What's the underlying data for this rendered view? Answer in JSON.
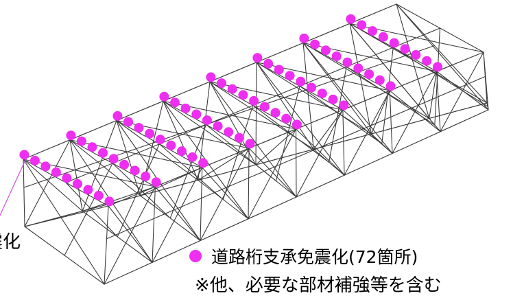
{
  "labels": {
    "left_partial": "震化",
    "legend": "道路桁支承免震化(72箇所)",
    "note": "※他、必要な部材補強等を含む"
  },
  "colors": {
    "dot": "#ee2ef0",
    "line": "#3a3a3a",
    "pointer": "#d24fd6"
  },
  "marker_count": 72
}
